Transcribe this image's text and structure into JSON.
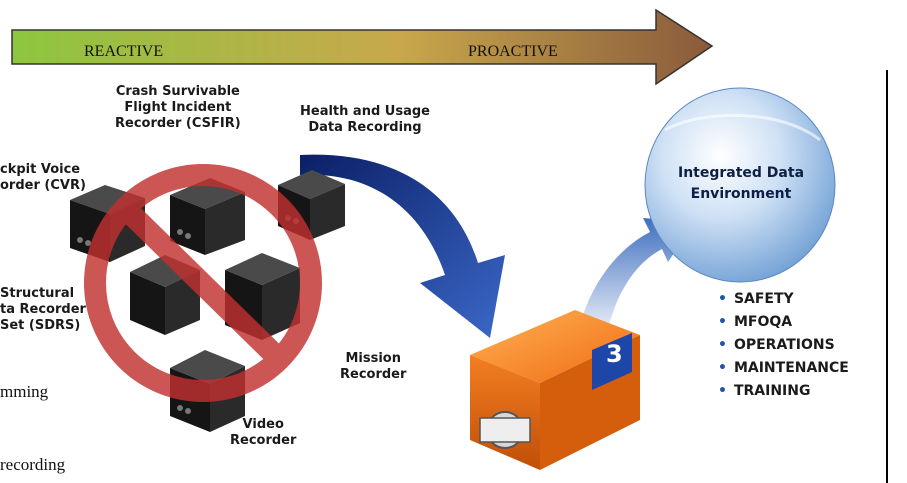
{
  "banner": {
    "left_label": "REACTIVE",
    "right_label": "PROACTIVE",
    "colors": {
      "start": "#8dc63f",
      "mid": "#c8a84b",
      "end": "#8b5a3c"
    }
  },
  "recorders": {
    "csfir": "Crash Survivable\nFlight Incident\nRecorder (CSFIR)",
    "hums": "Health and Usage\nData Recording",
    "cvr": "ckpit Voice\norder (CVR)",
    "sdrs": "Structural\nta Recorder\nSet (SDRS)",
    "mission": "Mission\nRecorder",
    "video": "Video\nRecorder"
  },
  "cutoff_text": {
    "line1": "mming",
    "line2": "recording"
  },
  "device": {
    "badge": "3"
  },
  "integrated": {
    "title": "Integrated Data\nEnvironment"
  },
  "benefits": [
    "SAFETY",
    "MFOQA",
    "OPERATIONS",
    "MAINTENANCE",
    "TRAINING"
  ],
  "colors": {
    "prohibit": "#c0312f",
    "flow_arrow": "#1e3f9a",
    "globe": "#8fb7e3",
    "device": "#f07a1a"
  }
}
